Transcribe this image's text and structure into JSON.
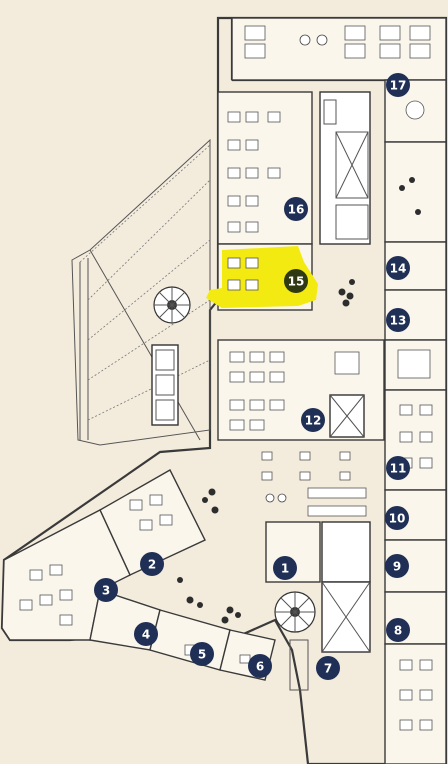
{
  "plan": {
    "highlight_color": "#f3ea12",
    "marker_color": "#1f2f55",
    "highlight_marker_color": "#2f3a12",
    "rooms": [
      {
        "id": "1",
        "label": "1"
      },
      {
        "id": "2",
        "label": "2"
      },
      {
        "id": "3",
        "label": "3"
      },
      {
        "id": "4",
        "label": "4"
      },
      {
        "id": "5",
        "label": "5"
      },
      {
        "id": "6",
        "label": "6"
      },
      {
        "id": "7",
        "label": "7"
      },
      {
        "id": "8",
        "label": "8"
      },
      {
        "id": "9",
        "label": "9"
      },
      {
        "id": "10",
        "label": "10"
      },
      {
        "id": "11",
        "label": "11"
      },
      {
        "id": "12",
        "label": "12"
      },
      {
        "id": "13",
        "label": "13"
      },
      {
        "id": "14",
        "label": "14"
      },
      {
        "id": "15",
        "label": "15",
        "highlighted": true
      },
      {
        "id": "16",
        "label": "16"
      },
      {
        "id": "17",
        "label": "17"
      }
    ]
  }
}
